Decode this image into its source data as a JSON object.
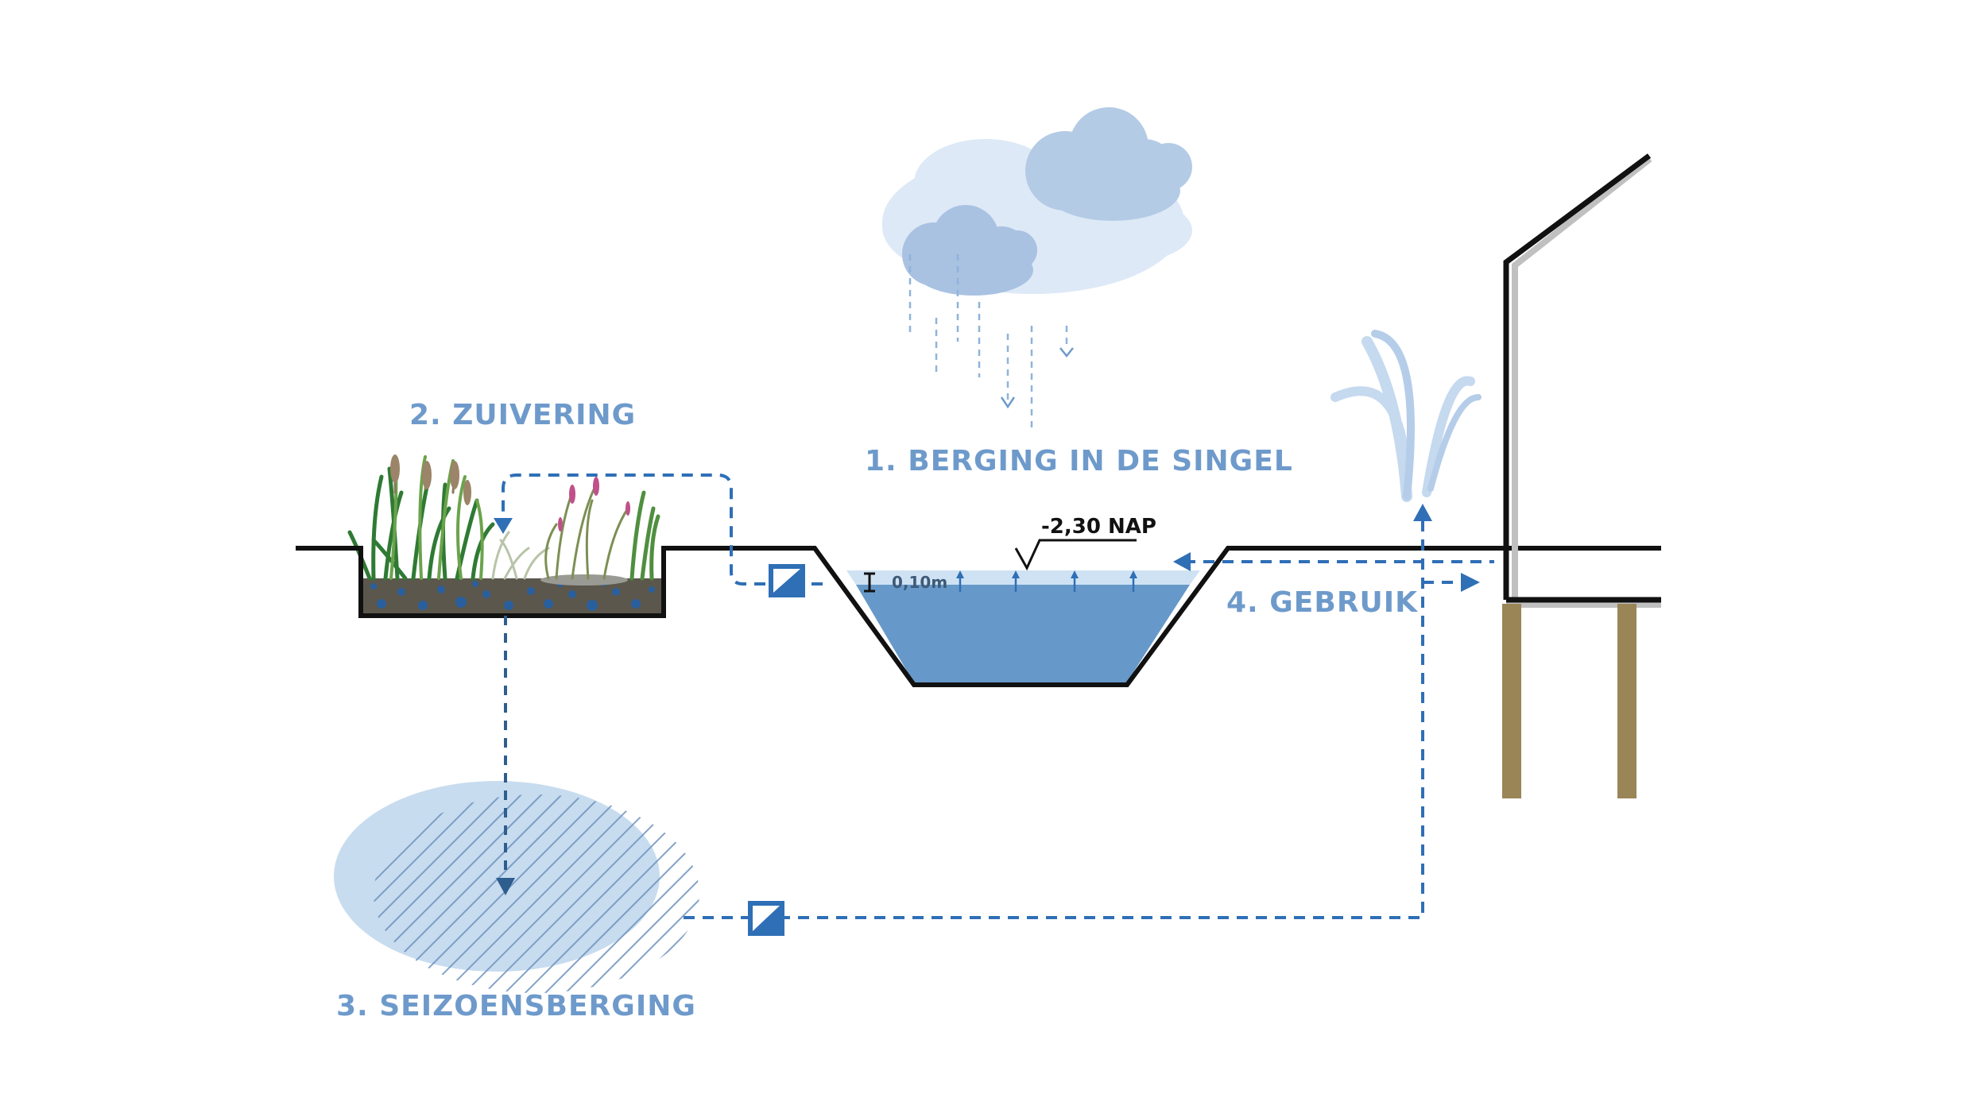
{
  "labels": {
    "storage": "1.  BERGING IN DE SINGEL",
    "purification": "2.  ZUIVERING",
    "seasonal": "3.  SEIZOENSBERGING",
    "usage": "4.  GEBRUIK",
    "water_level": "-2,30 NAP",
    "depth": "0,10m"
  },
  "icons": [
    "cloud-rain-icon",
    "pump-valve-icon",
    "arrow-up-icon",
    "arrow-left-icon",
    "arrow-right-icon",
    "arrow-down-icon",
    "sprinkler-icon"
  ],
  "colors": {
    "label_blue": "#6e9acb",
    "water_deep": "#6699c9",
    "water_light": "#cfe2f3",
    "flow_blue": "#2f6fb6",
    "cloud": "#c6d9ee",
    "soil": "#5b574c",
    "piles": "#9a8557"
  }
}
